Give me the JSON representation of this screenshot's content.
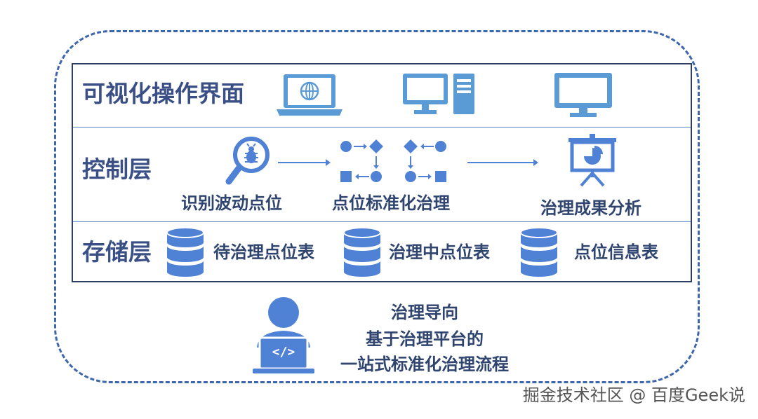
{
  "layers": {
    "ui": {
      "title": "可视化操作界面"
    },
    "control": {
      "title": "控制层",
      "steps": [
        "识别波动点位",
        "点位标准化治理",
        "治理成果分析"
      ]
    },
    "storage": {
      "title": "存储层",
      "tables": [
        "待治理点位表",
        "治理中点位表",
        "点位信息表"
      ]
    }
  },
  "user": {
    "lines": [
      "治理导向",
      "基于治理平台的",
      "一站式标准化治理流程"
    ],
    "laptop_code": "</>"
  },
  "watermark": "掘金技术社区 @ 百度Geek说",
  "colors": {
    "accent": "#4f81d4",
    "light": "#5b9bd5",
    "dark": "#2f4570"
  }
}
